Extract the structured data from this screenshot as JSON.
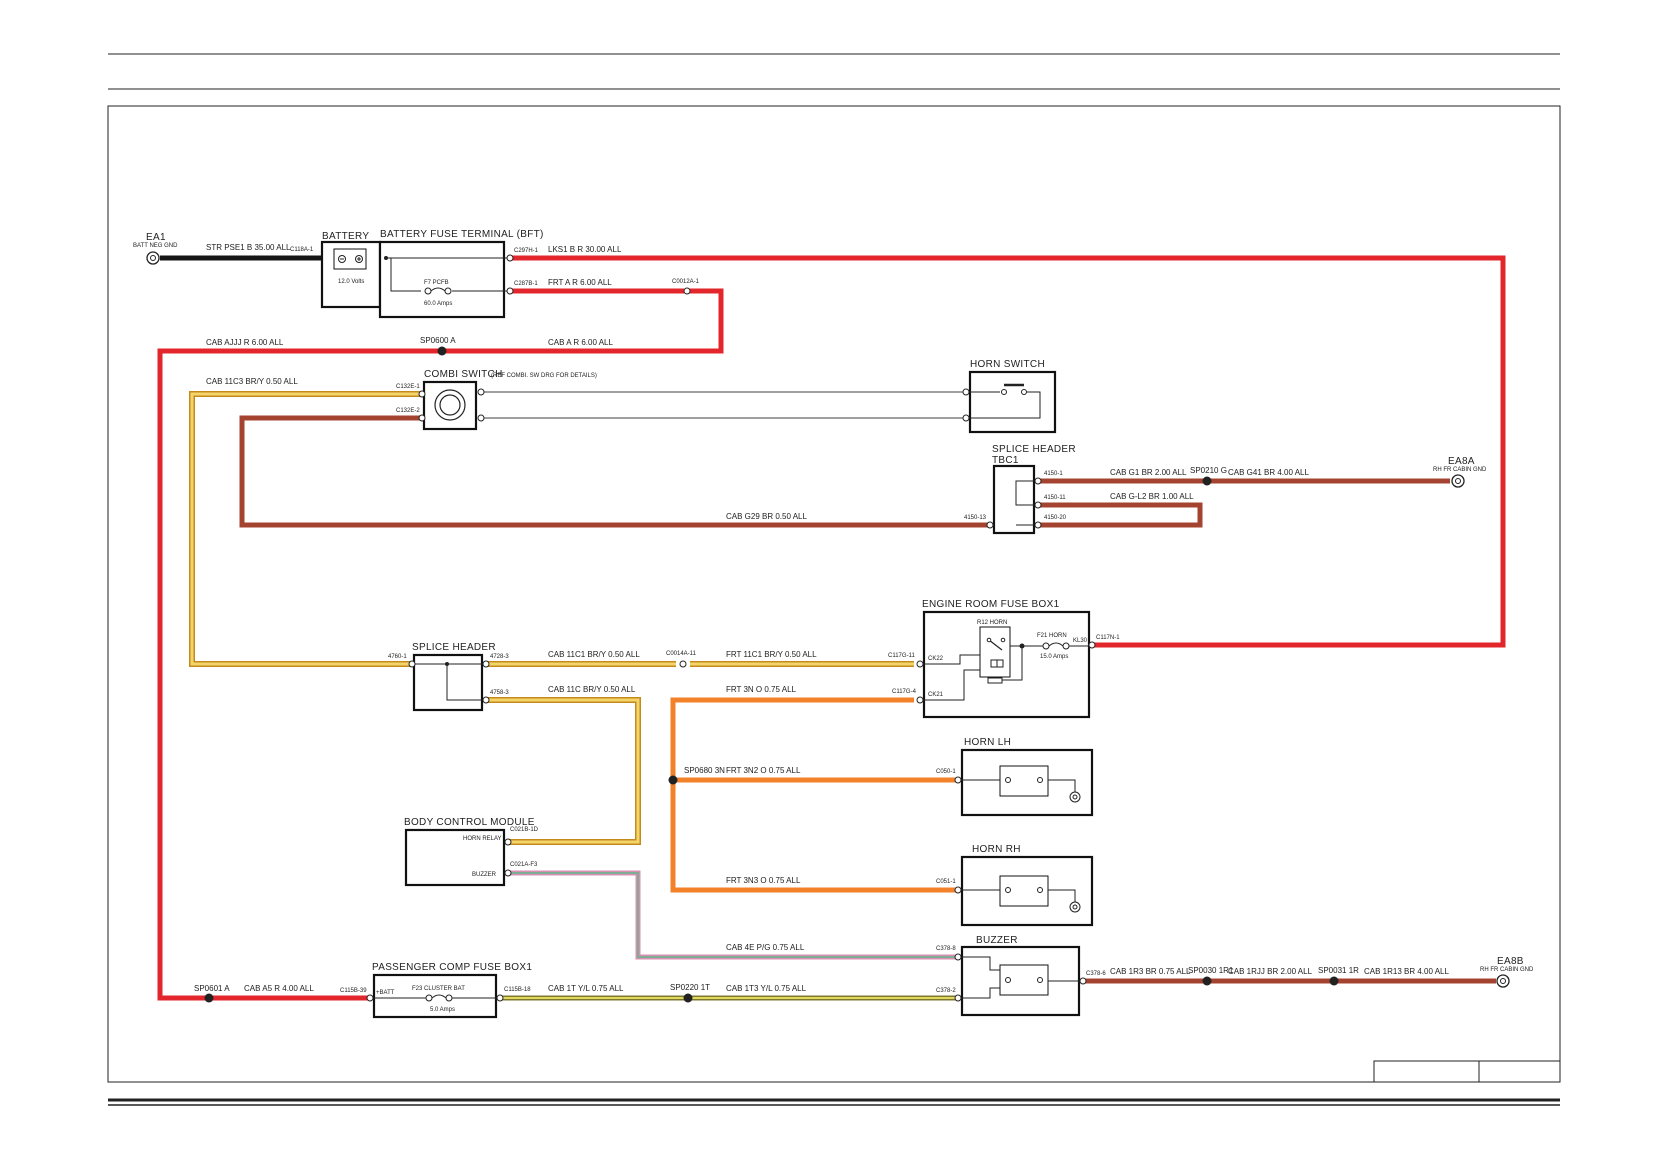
{
  "components": {
    "ea1": {
      "name": "EA1",
      "sub": "BATT NEG GND"
    },
    "battery": {
      "name": "BATTERY",
      "volts": "12.0 Volts"
    },
    "bft": {
      "name": "BATTERY FUSE TERMINAL (BFT)",
      "fuse": "F7 PCFB",
      "amps": "60.0 Amps"
    },
    "horn_switch": {
      "name": "HORN SWITCH"
    },
    "combi": {
      "name": "COMBI SWITCH",
      "note": "(REF COMBI. SW DRG FOR DETAILS)"
    },
    "tbc1": {
      "name": "SPLICE HEADER",
      "sub": "TBC1"
    },
    "ea8a": {
      "name": "EA8A",
      "sub": "RH FR CABIN GND"
    },
    "erfb": {
      "name": "ENGINE ROOM FUSE BOX1",
      "relay": "R12 HORN",
      "fuse": "F21 HORN",
      "amps": "15.0 Amps"
    },
    "splice_header": {
      "name": "SPLICE HEADER"
    },
    "horn_lh": {
      "name": "HORN LH"
    },
    "horn_rh": {
      "name": "HORN RH"
    },
    "bcm": {
      "name": "BODY CONTROL MODULE",
      "pin_horn": "HORN RELAY",
      "pin_buzzer": "BUZZER"
    },
    "buzzer": {
      "name": "BUZZER"
    },
    "pcfb": {
      "name": "PASSENGER COMP FUSE BOX1",
      "fuse": "F23 CLUSTER BAT",
      "amps": "5.0 Amps",
      "pin": "+BATT"
    },
    "ea8b": {
      "name": "EA8B",
      "sub": "RH FR CABIN GND"
    }
  },
  "wires": {
    "w_str": "STR   PSE1 B 35.00 ALL",
    "w_lks1": "LKS1   B R 30.00 ALL",
    "w_frt_ar": "FRT   A R 6.00 ALL",
    "w_cab_ajjj": "CAB   AJJJ R 6.00 ALL",
    "w_cab_ar": "CAB   A R 6.00 ALL",
    "w_cab_11c3": "CAB   11C3 BR/Y 0.50 ALL",
    "w_cab_g1": "CAB   G1 BR 2.00 ALL",
    "w_cab_g41": "CAB   G41 BR 4.00 ALL",
    "w_cab_gl2": "CAB   G-L2 BR 1.00 ALL",
    "w_cab_g29": "CAB   G29 BR 0.50 ALL",
    "w_cab_11c1": "CAB   11C1 BR/Y 0.50 ALL",
    "w_frt_11c1": "FRT   11C1 BR/Y 0.50 ALL",
    "w_cab_11c": "CAB   11C BR/Y 0.50 ALL",
    "w_frt_3n": "FRT   3N O 0.75 ALL",
    "w_frt_3n2": "FRT   3N2 O 0.75 ALL",
    "w_frt_3n3": "FRT   3N3 O 0.75 ALL",
    "w_cab_4e": "CAB   4E P/G 0.75 ALL",
    "w_cab_a5": "CAB   A5 R 4.00 ALL",
    "w_cab_1t": "CAB   1T Y/L 0.75 ALL",
    "w_cab_1t3": "CAB   1T3 Y/L 0.75 ALL",
    "w_cab_1r3": "CAB   1R3 BR 0.75 ALL",
    "w_cab_1rjj": "CAB   1RJJ BR 2.00 ALL",
    "w_cab_1r13": "CAB   1R13 BR 4.00 ALL"
  },
  "splices": {
    "sp0600": "SP0600 A",
    "sp0210": "SP0210 G",
    "sp0680": "SP0680 3N",
    "sp0601": "SP0601 A",
    "sp0220": "SP0220 1T",
    "sp0030": "SP0030 1R1",
    "sp0031": "SP0031 1R"
  },
  "connectors": {
    "c118a": "C118A-1",
    "c297h": "C297H-1",
    "c287b": "C287B-1",
    "c0012a": "C0012A-1",
    "c132e1": "C132E-1",
    "c132e2": "C132E-2",
    "c4150_1": "4150-1",
    "c4150_11": "4150-11",
    "c4150_20": "4150-20",
    "c4150_13": "4150-13",
    "c117n": "C117N-1",
    "c117g11": "C117G-11",
    "c117g4": "C117G-4",
    "ck22": "CK22",
    "ck21": "CK21",
    "kl30": "KL30",
    "c4760": "4760-1",
    "c4728": "4728-3",
    "c4758": "4758-3",
    "c0014a": "C0014A-11",
    "c050": "C050-1",
    "c051": "C051-1",
    "c021b": "C021B-1D",
    "c021a": "C021A-F3",
    "c378_8": "C378-8",
    "c378_2": "C378-2",
    "c378_6": "C378-6",
    "c115b": "C115B-39",
    "c115b18": "C115B-18"
  }
}
